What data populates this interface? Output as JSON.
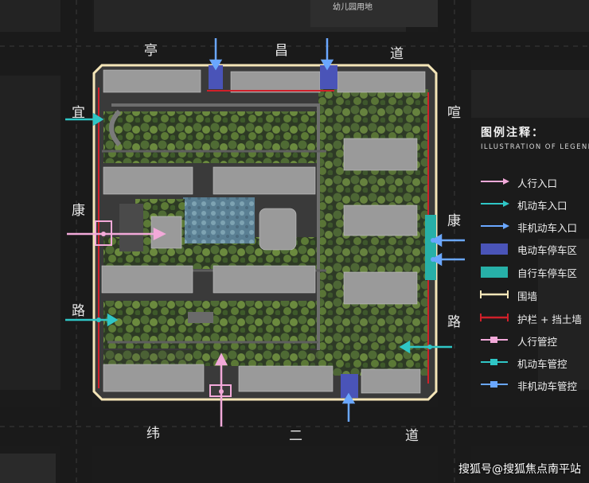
{
  "map": {
    "roads": {
      "north": [
        "亭",
        "昌",
        "道"
      ],
      "west": [
        "宜",
        "康",
        "路"
      ],
      "east": [
        "喧",
        "康",
        "路"
      ],
      "south": [
        "纬",
        "二",
        "道"
      ]
    },
    "top_label": "幼儿园用地",
    "top_small_label": "",
    "colors": {
      "pedestrian": "#f2a9d9",
      "vehicle": "#2fc6c6",
      "non_motor": "#6aa7ff",
      "ebike_parking": "#4a54b8",
      "bike_parking": "#27b0a8",
      "wall": "#f5e6b8",
      "guardrail": "#d0202a"
    }
  },
  "legend": {
    "title": "图例注释：",
    "subtitle": "ILLUSTRATION OF LEGEND",
    "items": [
      {
        "label": "人行入口",
        "icon": "pink-arrow-icon"
      },
      {
        "label": "机动车入口",
        "icon": "teal-arrow-icon"
      },
      {
        "label": "非机动车入口",
        "icon": "blue-arrow-icon"
      },
      {
        "label": "电动车停车区",
        "icon": "blue-box-icon"
      },
      {
        "label": "自行车停车区",
        "icon": "teal-box-icon"
      },
      {
        "label": "围墙",
        "icon": "wall-line-icon"
      },
      {
        "label": "护栏 + 挡土墙",
        "icon": "guardrail-line-icon"
      },
      {
        "label": "人行管控",
        "icon": "pink-control-icon"
      },
      {
        "label": "机动车管控",
        "icon": "teal-control-icon"
      },
      {
        "label": "非机动车管控",
        "icon": "blue-control-icon"
      }
    ]
  },
  "watermark": "搜狐号@搜狐焦点南平站"
}
